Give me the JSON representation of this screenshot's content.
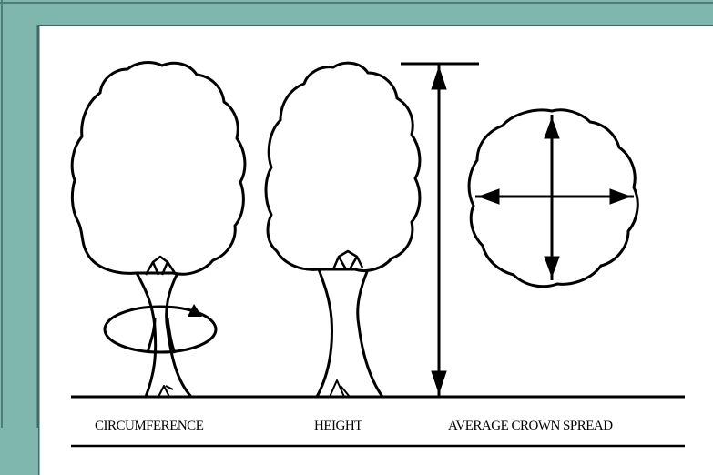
{
  "colors": {
    "frame": "#7fb6ad",
    "frame_shadow": "#5f8f89",
    "paper": "#ffffff",
    "ink": "#000000"
  },
  "labels": {
    "circumference": "CIRCUMFERENCE",
    "height": "HEIGHT",
    "crown_spread": "AVERAGE CROWN SPREAD"
  }
}
